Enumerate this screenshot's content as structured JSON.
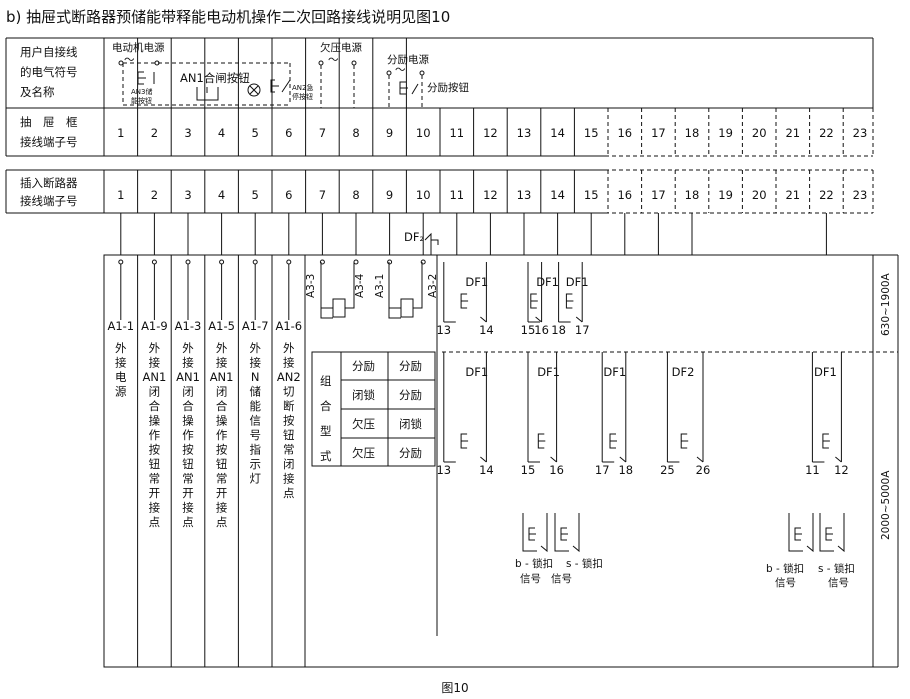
{
  "title": "b) 抽屉式断路器预储能带释能电动机操作二次回路接线说明见图10",
  "caption": "图10",
  "rows": {
    "user_symbol": [
      "用户自接线",
      "的电气符号",
      "及名称"
    ],
    "drawer_terminal": [
      "抽　屉　框",
      "接线端子号"
    ],
    "breaker_terminal": [
      "插入断路器",
      "接线端子号"
    ]
  },
  "terminals": [
    "1",
    "2",
    "3",
    "4",
    "5",
    "6",
    "7",
    "8",
    "9",
    "10",
    "11",
    "12",
    "13",
    "14",
    "15",
    "16",
    "17",
    "18",
    "19",
    "20",
    "21",
    "22",
    "23"
  ],
  "top_labels": {
    "motor_power": "电动机电源",
    "an1_close": "AN1合闸按钮",
    "an3": [
      "AN3储",
      "能按钮"
    ],
    "an2": [
      "AN2急",
      "停按钮"
    ],
    "undervoltage_power": "欠压电源",
    "shunt_power": "分励电源",
    "shunt_button": "分励按钮"
  },
  "connections": [
    {
      "code": "A1-1",
      "desc": [
        "外",
        "接",
        "电",
        "源"
      ]
    },
    {
      "code": "A1-9",
      "desc": [
        "外",
        "接",
        "AN1",
        "闭",
        "合",
        "操",
        "作",
        "按",
        "钮",
        "常",
        "开",
        "接",
        "点"
      ]
    },
    {
      "code": "A1-3",
      "desc": [
        "外",
        "接",
        "AN1",
        "闭",
        "合",
        "操",
        "作",
        "按",
        "钮",
        "常",
        "开",
        "接",
        "点"
      ]
    },
    {
      "code": "A1-5",
      "desc": [
        "外",
        "接",
        "AN1",
        "闭",
        "合",
        "操",
        "作",
        "按",
        "钮",
        "常",
        "开",
        "接",
        "点"
      ]
    },
    {
      "code": "A1-7",
      "desc": [
        "外",
        "接",
        "N",
        "储",
        "能",
        "信",
        "号",
        "指",
        "示",
        "灯"
      ]
    },
    {
      "code": "A1-6",
      "desc": [
        "外",
        "接",
        "AN2",
        "切",
        "断",
        "按",
        "钮",
        "常",
        "闭",
        "接",
        "点"
      ]
    }
  ],
  "coil_labels": [
    "A3-3",
    "A3-4",
    "A3-1",
    "A3-2"
  ],
  "df2_label": "DF₂",
  "combo": {
    "label": [
      "组",
      "合",
      "型",
      "式"
    ],
    "rows": [
      [
        "分励",
        "分励"
      ],
      [
        "闭锁",
        "分励"
      ],
      [
        "欠压",
        "闭锁"
      ],
      [
        "欠压",
        "分励"
      ]
    ]
  },
  "contacts_upper": [
    {
      "name": "DF1",
      "nums": [
        "13",
        "14"
      ]
    },
    {
      "name": "DF1",
      "nums": [
        "15",
        "16"
      ]
    },
    {
      "name": "DF1",
      "nums": [
        "18",
        "17"
      ]
    }
  ],
  "contacts_lower": [
    {
      "name": "DF1",
      "nums": [
        "13",
        "14"
      ]
    },
    {
      "name": "DF1",
      "nums": [
        "15",
        "16"
      ]
    },
    {
      "name": "DF1",
      "nums": [
        "17",
        "18"
      ]
    },
    {
      "name": "DF2",
      "nums": [
        "25",
        "26"
      ]
    },
    {
      "name": "DF1",
      "nums": [
        "11",
        "12"
      ]
    }
  ],
  "lock_signals": {
    "b": [
      "b - 锁扣",
      "信号"
    ],
    "s": [
      "s - 锁扣",
      "信号"
    ]
  },
  "ranges": {
    "upper": "630~1900A",
    "lower": "2000~5000A"
  }
}
